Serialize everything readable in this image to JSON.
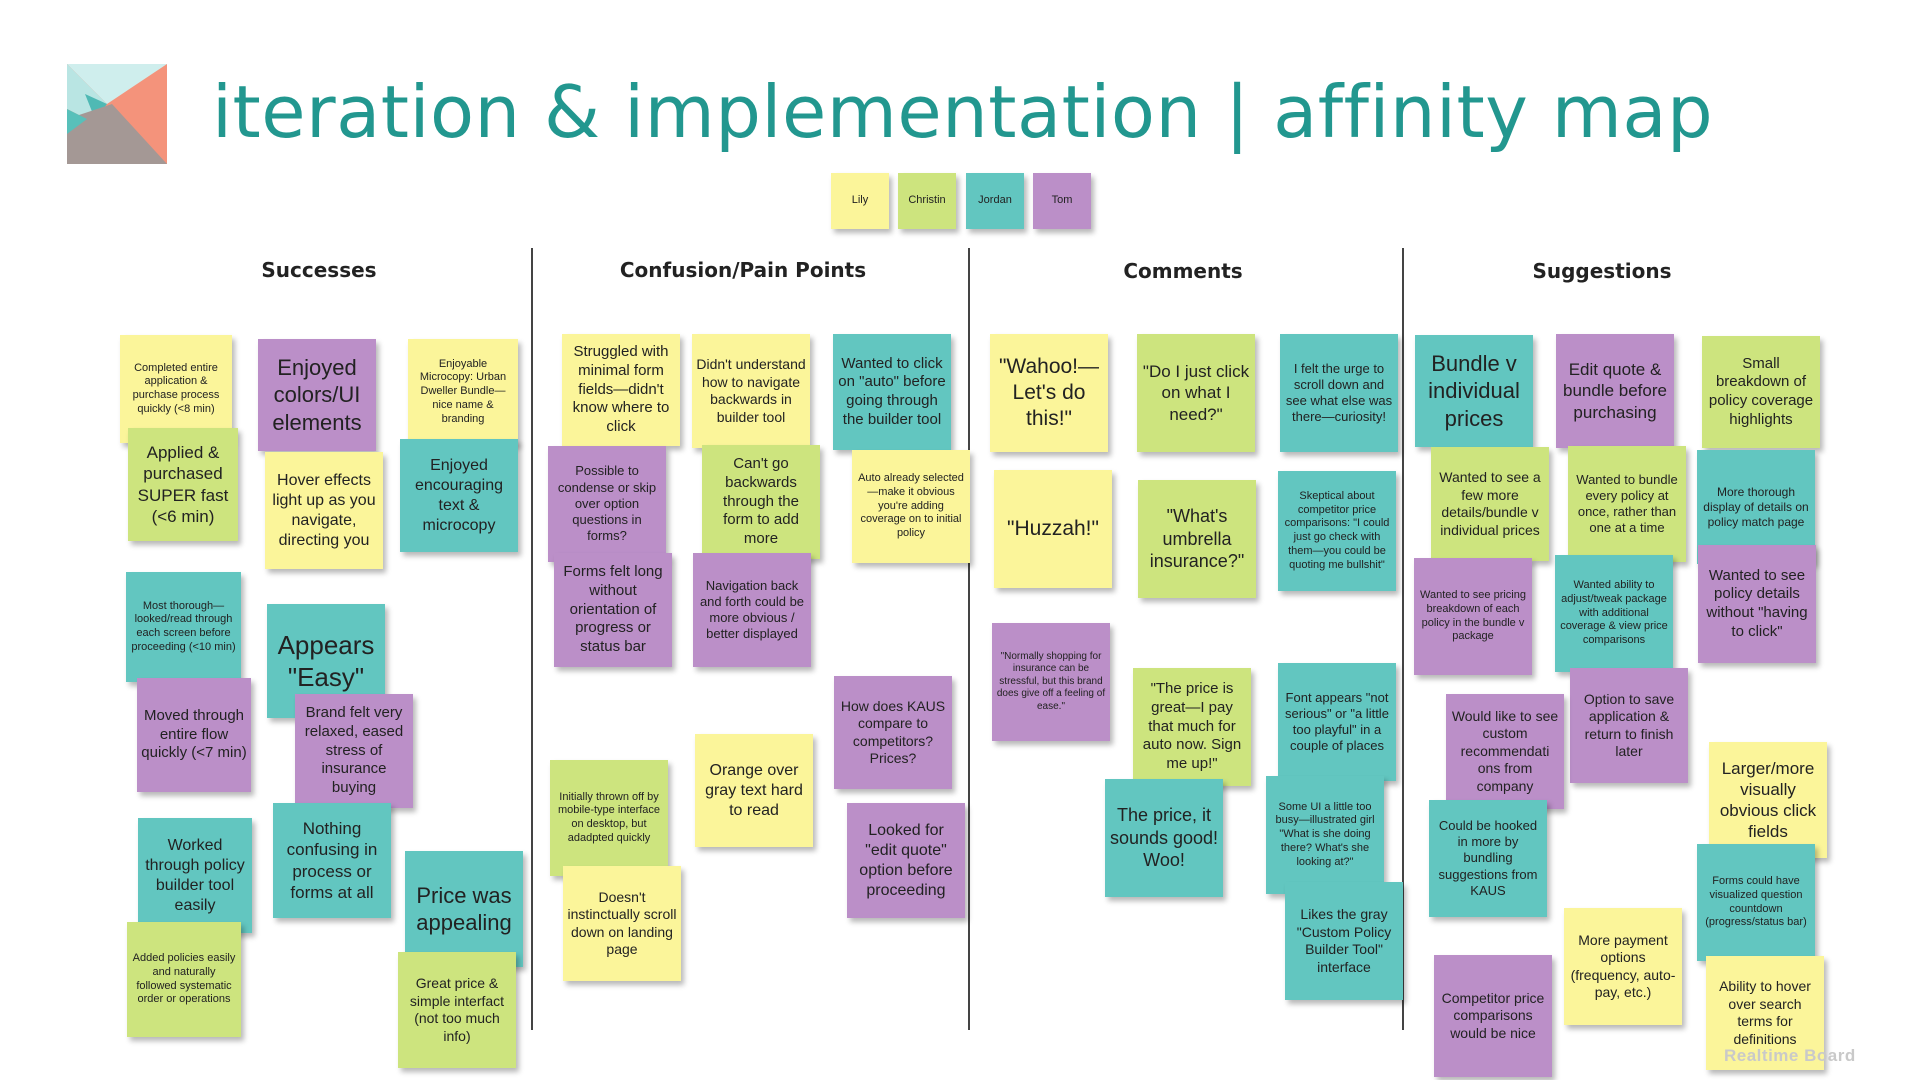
{
  "title": "iteration & implementation | affinity map",
  "colors": {
    "title": "#22978f",
    "yellow": "#fbf59a",
    "lime": "#cde47e",
    "teal": "#62c6c0",
    "purple": "#bb8fc8"
  },
  "legend": [
    {
      "label": "Lily",
      "color": "yellow"
    },
    {
      "label": "Christin",
      "color": "lime"
    },
    {
      "label": "Jordan",
      "color": "teal"
    },
    {
      "label": "Tom",
      "color": "purple"
    }
  ],
  "columns": {
    "successes": "Successes",
    "confusion": "Confusion/Pain Points",
    "comments": "Comments",
    "suggestions": "Suggestions"
  },
  "notes": [
    {
      "text": "Completed entire application & purchase process quickly (<8 min)",
      "color": "yellow"
    },
    {
      "text": "Enjoyed colors/UI elements",
      "color": "purple"
    },
    {
      "text": "Enjoyable Microcopy: Urban Dweller Bundle—nice name & branding",
      "color": "yellow"
    },
    {
      "text": "Applied & purchased SUPER fast (<6 min)",
      "color": "lime"
    },
    {
      "text": "Hover effects light up as you navigate, directing you",
      "color": "yellow"
    },
    {
      "text": "Enjoyed encouraging text & microcopy",
      "color": "teal"
    },
    {
      "text": "Most thorough—looked/read through each screen before proceeding (<10 min)",
      "color": "teal"
    },
    {
      "text": "Appears \"Easy\"",
      "color": "teal"
    },
    {
      "text": "Moved through entire flow quickly (<7 min)",
      "color": "purple"
    },
    {
      "text": "Brand felt very relaxed, eased stress of insurance buying",
      "color": "purple"
    },
    {
      "text": "Worked through policy builder tool easily",
      "color": "teal"
    },
    {
      "text": "Nothing confusing in process or forms at all",
      "color": "teal"
    },
    {
      "text": "Price was appealing",
      "color": "teal"
    },
    {
      "text": "Added policies easily and naturally followed systematic order or operations",
      "color": "lime"
    },
    {
      "text": "Great price & simple interfact (not too much info)",
      "color": "lime"
    },
    {
      "text": "Struggled with minimal form fields—didn't know where to click",
      "color": "yellow"
    },
    {
      "text": "Didn't understand how to navigate backwards in builder tool",
      "color": "yellow"
    },
    {
      "text": "Wanted to click on \"auto\" before going through the builder tool",
      "color": "teal"
    },
    {
      "text": "Possible to condense or skip over option questions in forms?",
      "color": "purple"
    },
    {
      "text": "Can't go backwards through the form to add more",
      "color": "lime"
    },
    {
      "text": "Auto already selected—make it obvious you're adding coverage on to initial policy",
      "color": "yellow"
    },
    {
      "text": "Forms felt long without orientation of progress or status bar",
      "color": "purple"
    },
    {
      "text": "Navigation back and forth could be more obvious / better displayed",
      "color": "purple"
    },
    {
      "text": "How does KAUS compare to competitors? Prices?",
      "color": "purple"
    },
    {
      "text": "Initially thrown off by mobile-type interface on desktop, but adadpted quickly",
      "color": "lime"
    },
    {
      "text": "Orange over gray text hard to read",
      "color": "yellow"
    },
    {
      "text": "Looked for \"edit quote\" option before proceeding",
      "color": "purple"
    },
    {
      "text": "Doesn't instinctually scroll down on landing page",
      "color": "yellow"
    },
    {
      "text": "\"Wahoo!—Let's do this!\"",
      "color": "yellow"
    },
    {
      "text": "\"Do I just click on what I need?\"",
      "color": "lime"
    },
    {
      "text": "I felt the urge to scroll down and see what else was there—curiosity!",
      "color": "teal"
    },
    {
      "text": "\"Huzzah!\"",
      "color": "yellow"
    },
    {
      "text": "\"What's umbrella insurance?\"",
      "color": "lime"
    },
    {
      "text": "Skeptical about competitor price comparisons: \"I could just go check with them—you could be quoting me bullshit\"",
      "color": "teal"
    },
    {
      "text": "\"Normally shopping for insurance can be stressful, but this brand does give off a feeling of ease.\"",
      "color": "purple"
    },
    {
      "text": "\"The price is great—I pay that much for auto now. Sign me up!\"",
      "color": "lime"
    },
    {
      "text": "Font appears \"not serious\" or \"a little too playful\" in a couple of places",
      "color": "teal"
    },
    {
      "text": "The price, it sounds good! Woo!",
      "color": "teal"
    },
    {
      "text": "Some UI a little too busy—illustrated girl \"What is she doing there? What's she looking at?\"",
      "color": "teal"
    },
    {
      "text": "Likes the gray \"Custom Policy Builder Tool\" interface",
      "color": "teal"
    },
    {
      "text": "Bundle v individual prices",
      "color": "teal"
    },
    {
      "text": "Edit quote & bundle before purchasing",
      "color": "purple"
    },
    {
      "text": "Small breakdown of policy coverage highlights",
      "color": "lime"
    },
    {
      "text": "Wanted to see a few more details/bundle v individual prices",
      "color": "lime"
    },
    {
      "text": "Wanted to bundle every policy at once, rather than one at a time",
      "color": "lime"
    },
    {
      "text": "More thorough display of details on policy match page",
      "color": "teal"
    },
    {
      "text": "Wanted to see pricing breakdown of each policy in the bundle v package",
      "color": "purple"
    },
    {
      "text": "Wanted ability to adjust/tweak package with additional coverage & view price comparisons",
      "color": "teal"
    },
    {
      "text": "Wanted to see policy details without \"having to click\"",
      "color": "purple"
    },
    {
      "text": "Option to save application & return to finish later",
      "color": "purple"
    },
    {
      "text": "Would like to see custom recommendati ons from company",
      "color": "purple"
    },
    {
      "text": "Larger/more visually obvious click fields",
      "color": "yellow"
    },
    {
      "text": "Could be hooked in more by bundling suggestions from KAUS",
      "color": "teal"
    },
    {
      "text": "Forms could have visualized question countdown (progress/status bar)",
      "color": "teal"
    },
    {
      "text": "More payment options (frequency, auto-pay, etc.)",
      "color": "yellow"
    },
    {
      "text": "Ability to hover over search terms for definitions",
      "color": "yellow"
    },
    {
      "text": "Competitor price comparisons would be nice",
      "color": "purple"
    }
  ],
  "watermark": "Realtime Board"
}
